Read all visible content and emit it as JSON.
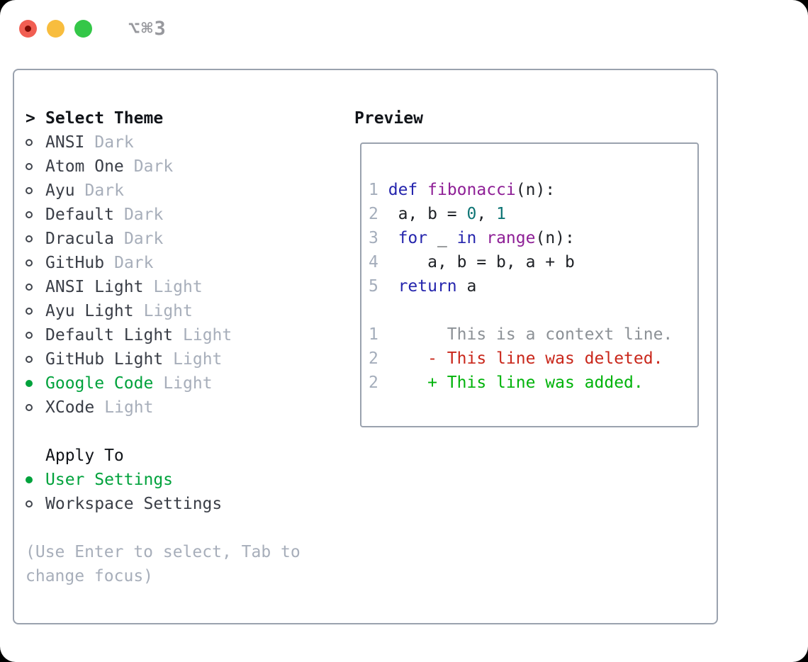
{
  "window": {
    "title": "⌥⌘3",
    "traffic_lights": [
      {
        "name": "close",
        "color": "#f15e52"
      },
      {
        "name": "minimize",
        "color": "#f8bd3e"
      },
      {
        "name": "zoom",
        "color": "#34c748"
      }
    ]
  },
  "theme_picker": {
    "header_prefix": ">",
    "header_label": "Select Theme",
    "items": [
      {
        "name": "ANSI",
        "variant": "Dark",
        "selected": false
      },
      {
        "name": "Atom One",
        "variant": "Dark",
        "selected": false
      },
      {
        "name": "Ayu",
        "variant": "Dark",
        "selected": false
      },
      {
        "name": "Default",
        "variant": "Dark",
        "selected": false
      },
      {
        "name": "Dracula",
        "variant": "Dark",
        "selected": false
      },
      {
        "name": "GitHub",
        "variant": "Dark",
        "selected": false
      },
      {
        "name": "ANSI Light",
        "variant": "Light",
        "selected": false
      },
      {
        "name": "Ayu Light",
        "variant": "Light",
        "selected": false
      },
      {
        "name": "Default Light",
        "variant": "Light",
        "selected": false
      },
      {
        "name": "GitHub Light",
        "variant": "Light",
        "selected": false
      },
      {
        "name": "Google Code",
        "variant": "Light",
        "selected": true
      },
      {
        "name": "XCode",
        "variant": "Light",
        "selected": false
      }
    ],
    "apply_to_label": "Apply To",
    "apply_to_options": [
      {
        "label": "User Settings",
        "selected": true
      },
      {
        "label": "Workspace Settings",
        "selected": false
      }
    ],
    "help_lines": [
      "(Use Enter to select, Tab to",
      "change focus)"
    ]
  },
  "preview": {
    "label": "Preview",
    "lines": [
      [
        [
          "lineno",
          "1"
        ],
        [
          "plain",
          " "
        ],
        [
          "kw",
          "def"
        ],
        [
          "plain",
          " "
        ],
        [
          "fn",
          "fibonacci"
        ],
        [
          "plain",
          "(n):"
        ]
      ],
      [
        [
          "lineno",
          "2"
        ],
        [
          "plain",
          "  "
        ],
        [
          "plain",
          "a, b = "
        ],
        [
          "num",
          "0"
        ],
        [
          "plain",
          ", "
        ],
        [
          "num",
          "1"
        ]
      ],
      [
        [
          "lineno",
          "3"
        ],
        [
          "plain",
          "  "
        ],
        [
          "kw",
          "for"
        ],
        [
          "plain",
          " _ "
        ],
        [
          "kw",
          "in"
        ],
        [
          "plain",
          " "
        ],
        [
          "fn",
          "range"
        ],
        [
          "plain",
          "(n):"
        ]
      ],
      [
        [
          "lineno",
          "4"
        ],
        [
          "plain",
          "     "
        ],
        [
          "plain",
          "a, b = b, a + b"
        ]
      ],
      [
        [
          "lineno",
          "5"
        ],
        [
          "plain",
          "  "
        ],
        [
          "kw",
          "return"
        ],
        [
          "plain",
          " a"
        ]
      ],
      [],
      [
        [
          "lineno",
          "1"
        ],
        [
          "plain",
          "       "
        ],
        [
          "ctx",
          "This is a context line."
        ]
      ],
      [
        [
          "lineno",
          "2"
        ],
        [
          "plain",
          "     "
        ],
        [
          "del",
          "- This line was deleted."
        ]
      ],
      [
        [
          "lineno",
          "2"
        ],
        [
          "plain",
          "     "
        ],
        [
          "add",
          "+ This line was added."
        ]
      ]
    ]
  },
  "palette": {
    "accent_green": "#00a23c",
    "keyword_blue": "#2525ad",
    "function_purple": "#8e1f96",
    "number_teal": "#0e7575",
    "diff_red": "#c9271b",
    "diff_green": "#00b30a",
    "muted_gray": "#a7aeba",
    "border_gray": "#9aa2ae"
  }
}
